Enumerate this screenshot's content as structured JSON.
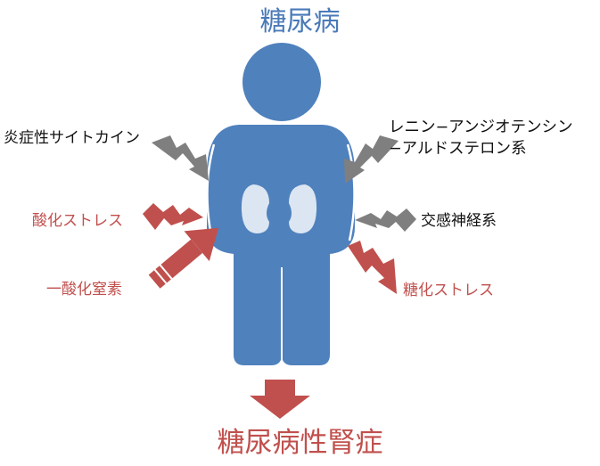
{
  "diagram": {
    "title": "糖尿病",
    "outcome": "糖尿病性腎症",
    "factors": {
      "inflammatory_cytokines": "炎症性サイトカイン",
      "raas_line1": "レニン−アンジオテンシン",
      "raas_line2": "−アルドステロン系",
      "oxidative_stress": "酸化ストレス",
      "sympathetic_nervous_system": "交感神経系",
      "nitric_oxide": "一酸化窒素",
      "glycative_stress": "糖化ストレス"
    },
    "colors": {
      "figure": "#4f81bd",
      "kidney": "#dce6f2",
      "risk_factor": "#c0504d",
      "neutral_factor": "#7f7f7f"
    }
  }
}
